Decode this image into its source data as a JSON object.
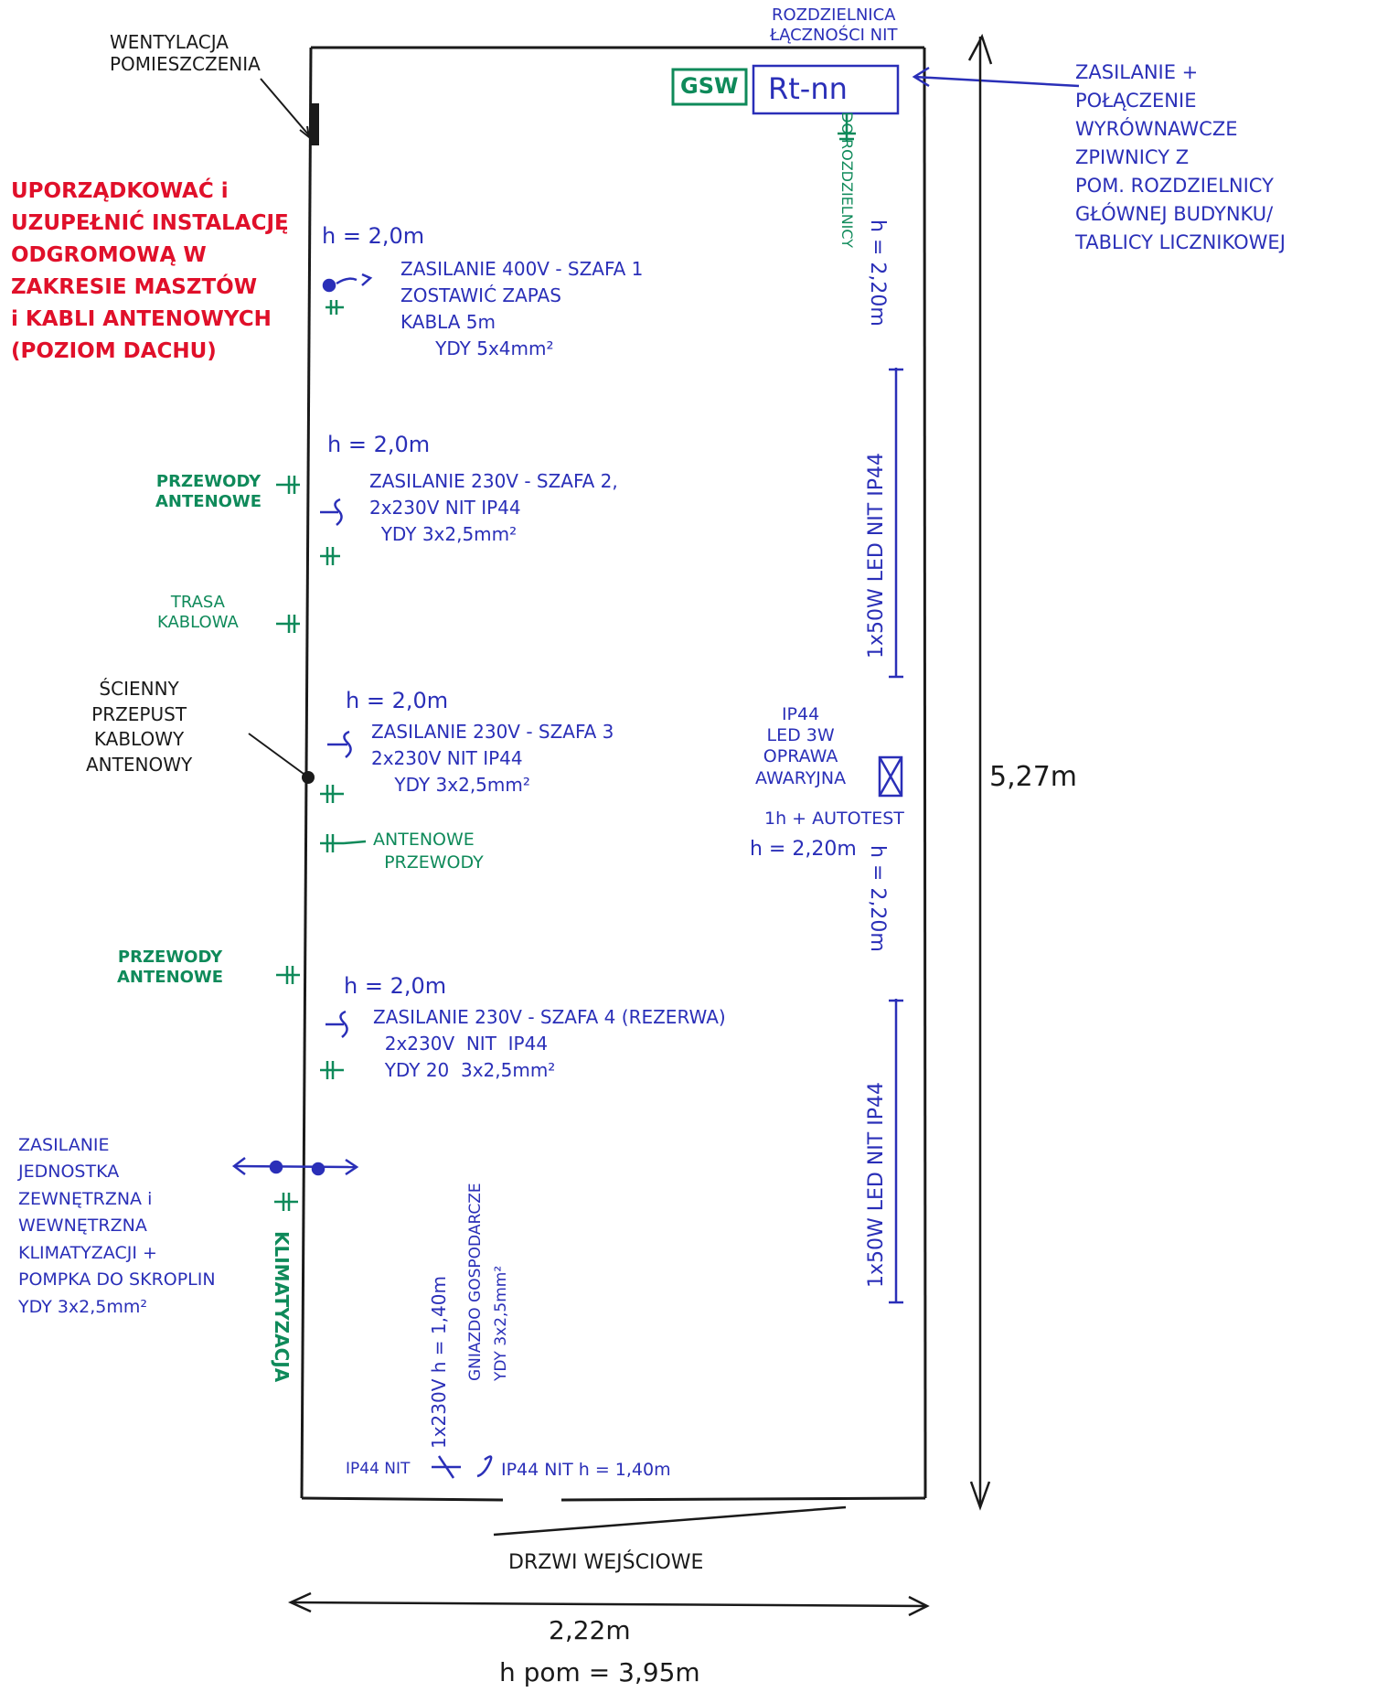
{
  "labels": {
    "wentylacja": "WENTYLACJA\nPOMIESZCZENIA",
    "rozdzielnica_title": "ROZDZIELNICA\nŁĄCZNOŚCI NIT",
    "gsw": "GSW",
    "rt_nn": "Rt-nn",
    "zasilanie_right": "ZASILANIE +\nPOŁĄCZENIE\nWYRÓWNAWCZE\nZPIWNICY Z\nPOM. ROZDZIELNICY\nGŁÓWNEJ BUDYNKU/\nTABLICY LICZNIKOWEJ",
    "red_note": "UPORZĄDKOWAĆ i\nUZUPEŁNIĆ INSTALACJĘ\nODGROMOWĄ W\nZAKRESIE MASZTÓW\ni KABLI ANTENOWYCH\n(POZIOM DACHU)",
    "do_rozdzielnicy": "DO ROZDZIELNICY",
    "h220_top": "h = 2,20m",
    "led_top": "1x50W LED NIT IP44",
    "h220_mid": "h = 2,20m",
    "led_bottom": "1x50W LED NIT IP44",
    "h20_1": "h = 2,0m",
    "szafa1": "ZASILANIE 400V - SZAFA 1\nZOSTAWIĆ ZAPAS\nKABLA 5m\n      YDY 5x4mm²",
    "h20_2": "h = 2,0m",
    "szafa2": "ZASILANIE 230V - SZAFA 2,\n2x230V NIT IP44\n  YDY 3x2,5mm²",
    "przewody1": "PRZEWODY\nANTENOWE",
    "trasa": "TRASA\nKABLOWA",
    "przepust": "ŚCIENNY\nPRZEPUST\nKABLOWY\nANTENOWY",
    "h20_3": "h = 2,0m",
    "szafa3": "ZASILANIE 230V - SZAFA 3\n2x230V NIT IP44\n    YDY 3x2,5mm²",
    "antenowe_przewody": "ANTENOWE\n  PRZEWODY",
    "oprawa": "IP44\nLED 3W\nOPRAWA\nAWARYJNA",
    "autotest": "1h + AUTOTEST",
    "h220_oprawa": "h = 2,20m",
    "dimension_527": "5,27m",
    "przewody2": "PRZEWODY\nANTENOWE",
    "h20_4": "h = 2,0m",
    "szafa4": "ZASILANIE 230V - SZAFA 4 (REZERWA)\n  2x230V  NIT  IP44\n  YDY 20  3x2,5mm²",
    "zasilanie_klima": "ZASILANIE\nJEDNOSTKA\nZEWNĘTRZNA i\nWEWNĘTRZNA\nKLIMATYZACJI +\nPOMPKA DO SKROPLIN\nYDY 3x2,5mm²",
    "klimatyzacja": "KLIMATYZACJA",
    "gniazdo_line1": "1x230V h = 1,40m",
    "gniazdo_line2": "GNIAZDO GOSPODARCZE",
    "gniazdo_line3": "YDY 3x2,5mm²",
    "ip44_left": "IP44 NIT",
    "ip44_right": "IP44 NIT h = 1,40m",
    "drzwi": "DRZWI WEJŚCIOWE",
    "dimension_222": "2,22m",
    "h_pom": "h pom = 3,95m"
  },
  "colors": {
    "blue": "#2a2fb8",
    "green": "#0f8a5a",
    "red": "#e0102a",
    "black": "#1a1a1a"
  }
}
